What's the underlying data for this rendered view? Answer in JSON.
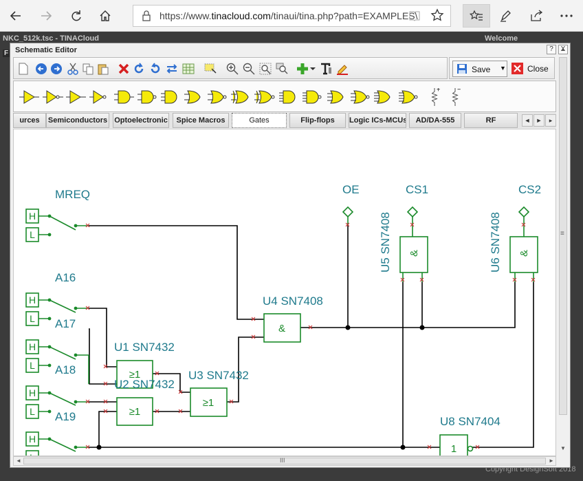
{
  "browser": {
    "url_prefix": "https://www.",
    "url_domain": "tinacloud.com",
    "url_rest": "/tinaui/tina.php?path=EXAMPLES\\"
  },
  "app": {
    "title": "NKC_512k.tsc - TINACloud",
    "welcome": "Welcome",
    "copyright": "Copyright DesignSoft 2018",
    "left_tab": "F"
  },
  "dialog": {
    "title": "Schematic Editor",
    "help_label": "?",
    "close_label": "X",
    "save_label": "Save",
    "close_button_label": "Close"
  },
  "tabs": [
    {
      "label": "urces"
    },
    {
      "label": "Semiconductors"
    },
    {
      "label": "Optoelectronic"
    },
    {
      "label": "Spice Macros"
    },
    {
      "label": "Gates"
    },
    {
      "label": "Flip-flops"
    },
    {
      "label": "Logic ICs-MCUs"
    },
    {
      "label": "AD/DA-555"
    },
    {
      "label": "RF"
    }
  ],
  "schematic": {
    "labels": {
      "mreq": "MREQ",
      "a16": "A16",
      "a17": "A17",
      "a18": "A18",
      "a19": "A19",
      "oe": "OE",
      "cs1": "CS1",
      "cs2": "CS2",
      "u1": "U1 SN7432",
      "u2": "U2 SN7432",
      "u3": "U3 SN7432",
      "u4": "U4 SN7408",
      "u5": "U5 SN7408",
      "u6": "U6 SN7408",
      "u8": "U8 SN7404"
    },
    "switch_high": "H",
    "switch_low": "L",
    "or_symbol": "≥1",
    "and_symbol": "&",
    "not_symbol": "1",
    "colors": {
      "component": "#1a8a2a",
      "label": "#1f7a8c",
      "wire": "#000000",
      "marker": "#cc3333"
    }
  },
  "scroll": {
    "h_thumb": "III",
    "v_thumb": "≡"
  }
}
